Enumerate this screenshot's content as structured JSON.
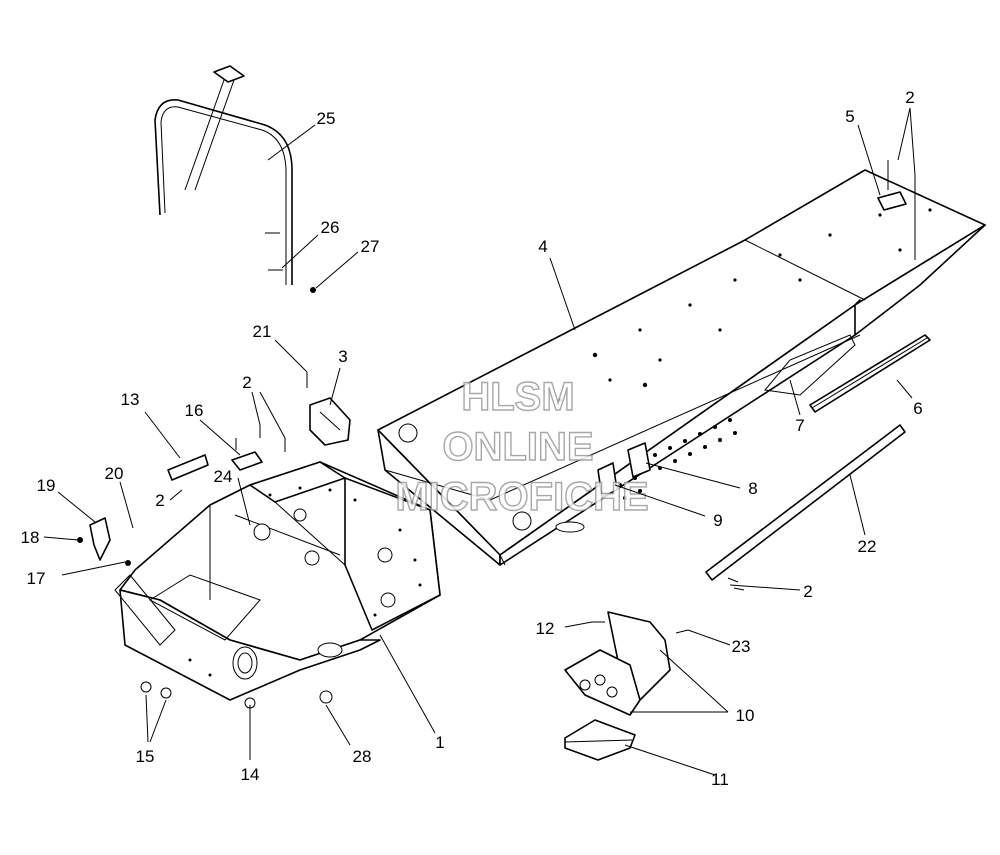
{
  "watermark": {
    "line1": "HLSM",
    "line2": "ONLINE",
    "line3": "MICROFICHE"
  },
  "callouts": [
    {
      "id": "c1",
      "label": "1"
    },
    {
      "id": "c2a",
      "label": "2"
    },
    {
      "id": "c2b",
      "label": "2"
    },
    {
      "id": "c2c",
      "label": "2"
    },
    {
      "id": "c2d",
      "label": "2"
    },
    {
      "id": "c3",
      "label": "3"
    },
    {
      "id": "c4",
      "label": "4"
    },
    {
      "id": "c5",
      "label": "5"
    },
    {
      "id": "c6",
      "label": "6"
    },
    {
      "id": "c7",
      "label": "7"
    },
    {
      "id": "c8",
      "label": "8"
    },
    {
      "id": "c9",
      "label": "9"
    },
    {
      "id": "c10",
      "label": "10"
    },
    {
      "id": "c11",
      "label": "11"
    },
    {
      "id": "c12",
      "label": "12"
    },
    {
      "id": "c13",
      "label": "13"
    },
    {
      "id": "c14",
      "label": "14"
    },
    {
      "id": "c15",
      "label": "15"
    },
    {
      "id": "c16",
      "label": "16"
    },
    {
      "id": "c17",
      "label": "17"
    },
    {
      "id": "c18",
      "label": "18"
    },
    {
      "id": "c19",
      "label": "19"
    },
    {
      "id": "c20",
      "label": "20"
    },
    {
      "id": "c21",
      "label": "21"
    },
    {
      "id": "c22",
      "label": "22"
    },
    {
      "id": "c23",
      "label": "23"
    },
    {
      "id": "c24",
      "label": "24"
    },
    {
      "id": "c25",
      "label": "25"
    },
    {
      "id": "c26",
      "label": "26"
    },
    {
      "id": "c27",
      "label": "27"
    },
    {
      "id": "c28",
      "label": "28"
    }
  ]
}
